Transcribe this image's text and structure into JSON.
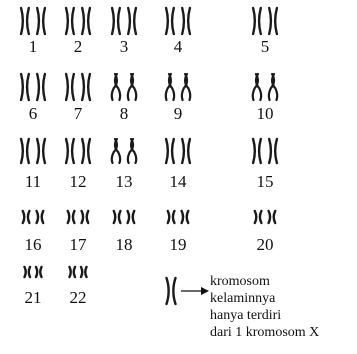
{
  "colors": {
    "chromosome": "#1a1a1a",
    "text": "#111111",
    "background": "#ffffff"
  },
  "pairs": [
    {
      "label": "1"
    },
    {
      "label": "2"
    },
    {
      "label": "3"
    },
    {
      "label": "4"
    },
    {
      "label": "5"
    },
    {
      "label": "6"
    },
    {
      "label": "7"
    },
    {
      "label": "8"
    },
    {
      "label": "9"
    },
    {
      "label": "10"
    },
    {
      "label": "11"
    },
    {
      "label": "12"
    },
    {
      "label": "13"
    },
    {
      "label": "14"
    },
    {
      "label": "15"
    },
    {
      "label": "16"
    },
    {
      "label": "17"
    },
    {
      "label": "18"
    },
    {
      "label": "19"
    },
    {
      "label": "20"
    },
    {
      "label": "21"
    },
    {
      "label": "22"
    }
  ],
  "sex_chromosome": {
    "icon": "x-chromosome-icon",
    "note_lines": [
      "kromosom",
      "kelaminnya",
      "hanya terdiri",
      "dari 1 kromosom X"
    ]
  }
}
